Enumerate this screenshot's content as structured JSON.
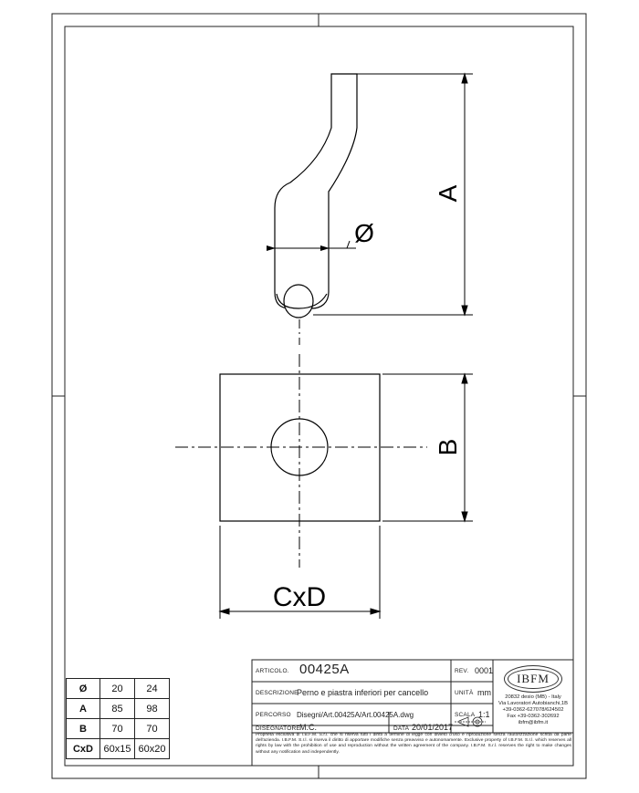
{
  "drawing": {
    "labels": {
      "diameter": "Ø",
      "a": "A",
      "b": "B",
      "cxd": "CxD"
    }
  },
  "dimension_table": {
    "rows": [
      {
        "label": "Ø",
        "v1": "20",
        "v2": "24"
      },
      {
        "label": "A",
        "v1": "85",
        "v2": "98"
      },
      {
        "label": "B",
        "v1": "70",
        "v2": "70"
      },
      {
        "label": "CxD",
        "v1": "60x15",
        "v2": "60x20"
      }
    ]
  },
  "title_block": {
    "articolo_label": "ARTICOLO.",
    "articolo_value": "00425A",
    "rev_label": "REV.",
    "rev_value": "0001",
    "descrizione_label": "DESCRIZIONE",
    "descrizione_value": "Perno e piastra inferiori per cancello",
    "unita_label": "UNITÀ",
    "unita_value": "mm",
    "percorso_label": "PERCORSO",
    "percorso_value": "Disegni/Art.00425A/Art.00425A.dwg",
    "scala_label": "SCALA",
    "scala_value": "1:1",
    "disegnatore_label": "DISEGNATORE",
    "disegnatore_value": "M.C.",
    "data_label": "DATA",
    "data_value": "20/01/2017",
    "logo_text": "IBFM",
    "address_lines": [
      "20832 desio (MB) - Italy",
      "Via Lavoratori Autobianchi,1B",
      "+39-0362-627078/624502",
      "Fax +39-0362-302692",
      "ibfm@ibfm.it"
    ],
    "legal": "Proprietà esclusiva di I.B.F.M. S.r.l. che si riserva tutti i diritti a termine di legge con divieto d'uso e riproduzione senza l'autorizzazione scritta da parte dell'azienda. I.B.F.M. S.r.l. si riserva il diritto di apportare modifiche senza preavviso e autonomamente. Exclusive property of I.B.F.M. S.r.l. which reserves all rights by law with the prohibition of use and reproduction without the written agreement of the company. I.B.F.M. S.r.l. reserves the right to make changes without any notification and independently."
  }
}
